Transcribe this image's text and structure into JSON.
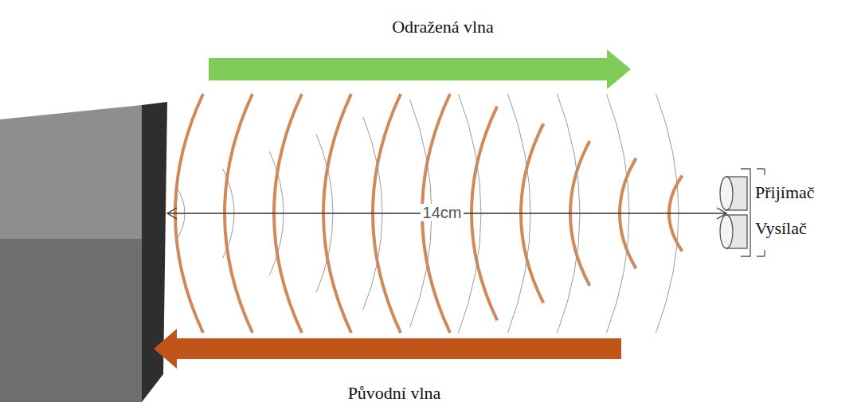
{
  "diagram": {
    "labels": [
      "Odražená vlna",
      "14cm",
      "Přijímač",
      "Vysílač",
      "Původní vlna"
    ]
  }
}
